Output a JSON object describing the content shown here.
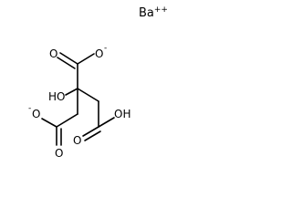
{
  "molecule": {
    "counter_ion": {
      "symbol": "Ba",
      "charge": "++"
    },
    "atoms": {
      "o_top_carbonyl": "O",
      "o_top_anion": "O",
      "o_top_anion_charge": "-",
      "hydroxyl": "HO",
      "o_left_anion": "O",
      "o_left_anion_charge": "-",
      "o_left_carbonyl": "O",
      "o_right_hydroxyl": "OH",
      "o_right_carbonyl": "O"
    }
  }
}
